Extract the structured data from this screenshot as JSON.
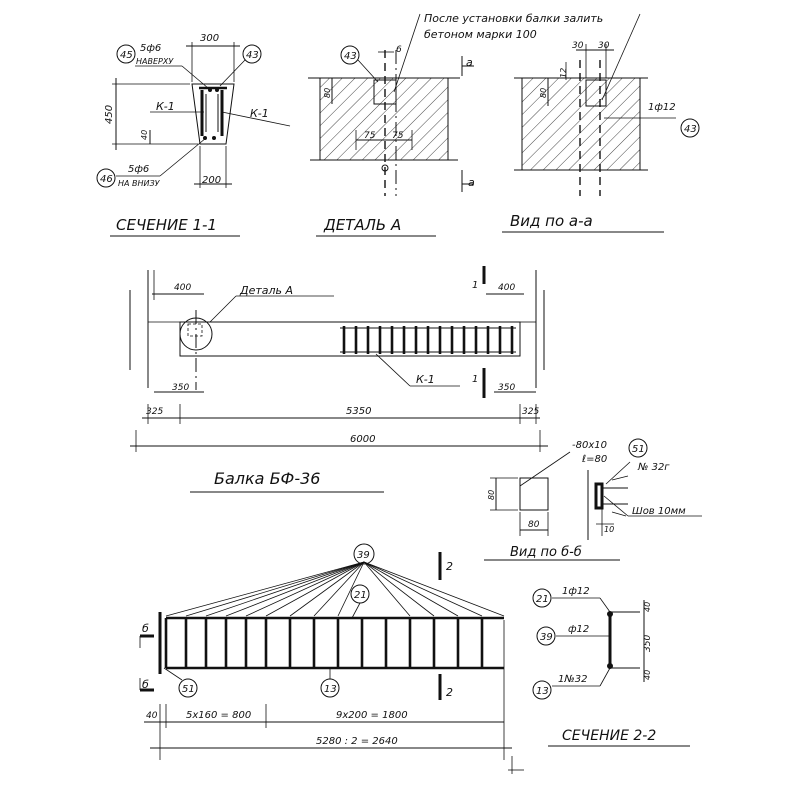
{
  "colors": {
    "ink": "#111111",
    "paper": "#ffffff"
  },
  "section_1_1": {
    "title": "СЕЧЕНИЕ 1-1",
    "top_bars": "5ф6",
    "top_bars_note": "НАВЕРХУ",
    "bottom_bars": "5ф6",
    "bottom_bars_note": "НА ВНИЗУ",
    "width_top": "300",
    "width_bottom": "200",
    "height": "450",
    "cover": "40",
    "frame_left": "К-1",
    "frame_right": "К-1",
    "mark_45": "45",
    "mark_43": "43",
    "mark_46": "46"
  },
  "detail_a": {
    "title": "ДЕТАЛЬ А",
    "note_line1": "После установки балки залить",
    "note_line2": "бетоном   марки 100",
    "mark_43": "43",
    "dim_6": "6",
    "dim_80": "80",
    "dim_75_left": "75",
    "dim_75_right": "75",
    "cut_top": "а",
    "cut_bottom": "а"
  },
  "view_a_a": {
    "title": "Вид по а-а",
    "dim_30_left": "30",
    "dim_30_right": "30",
    "dim_12": "12",
    "dim_80": "80",
    "bar": "1ф12",
    "mark_43": "43"
  },
  "beam": {
    "title": "Балка БФ-36",
    "detail_callout": "Деталь А",
    "frame_label": "К-1",
    "dim_400_left": "400",
    "dim_400_right": "400",
    "dim_350_left": "350",
    "dim_350_right": "350",
    "dim_325_left": "325",
    "dim_325_right": "325",
    "dim_5350": "5350",
    "dim_6000": "6000",
    "section_mark_top": "1",
    "section_mark_bottom": "1"
  },
  "view_b_b": {
    "title": "Вид по б-б",
    "plate": "-80х10",
    "plate_length": "ℓ=80",
    "mark_51": "51",
    "channel": "№ 32г",
    "weld": "Шов 10мм",
    "dim_80_v": "80",
    "dim_80_h": "80",
    "dim_10": "10"
  },
  "frame": {
    "mark_39": "39",
    "mark_21": "21",
    "mark_51": "51",
    "mark_13": "13",
    "section_2_top": "2",
    "section_2_bottom": "2",
    "cut_b_top": "б",
    "cut_b_bottom": "б",
    "dim_40": "40",
    "dim_spacing_1": "5х160 = 800",
    "dim_spacing_2": "9х200 = 1800",
    "dim_total": "5280 : 2 = 2640"
  },
  "section_2_2": {
    "title": "СЕЧЕНИЕ 2-2",
    "mark_21": "21",
    "mark_39": "39",
    "mark_13": "13",
    "label_21": "1ф12",
    "label_39": "ф12",
    "label_13": "1№32",
    "dim_40_top": "40",
    "dim_350": "350",
    "dim_40_bottom": "40"
  }
}
